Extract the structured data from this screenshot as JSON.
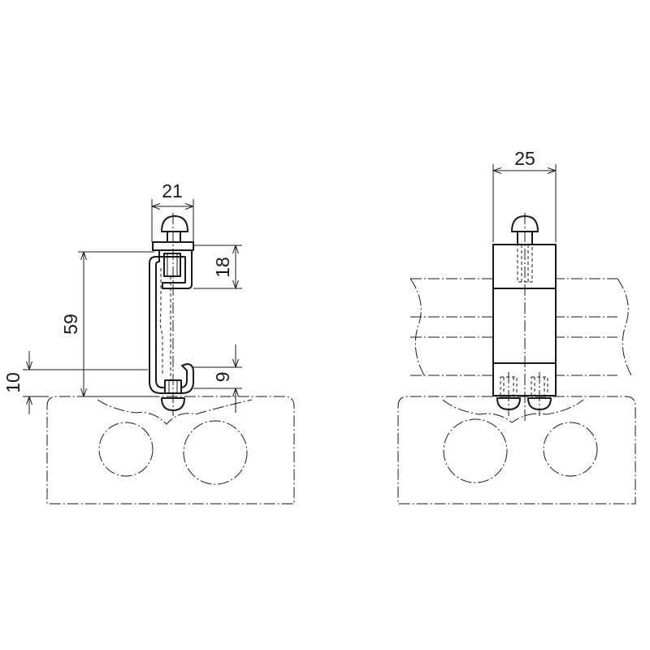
{
  "side_view": {
    "dim_width": "21",
    "dim_height": "59",
    "dim_top_opening": "18",
    "dim_bottom_hook": "9",
    "dim_base_offset": "10"
  },
  "front_view": {
    "dim_width": "25"
  },
  "colors": {
    "line": "#1a1a1a",
    "background": "#ffffff"
  }
}
